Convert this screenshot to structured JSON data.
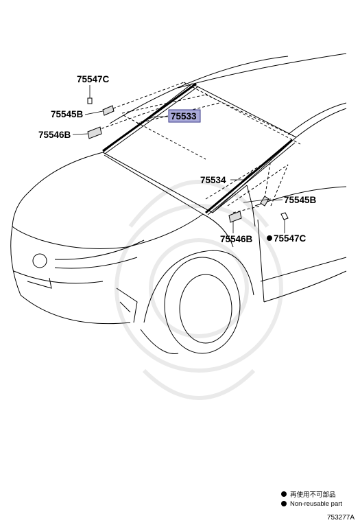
{
  "parts": {
    "p75547c_top": "75547C",
    "p75545b_top": "75545B",
    "p75533": "75533",
    "p75546b_top": "75546B",
    "p75534": "75534",
    "p75545b_right": "75545B",
    "p75546b_bottom": "75546B",
    "p75547c_bottom": "75547C"
  },
  "legend": {
    "line1": "再使用不可部品",
    "line2": "Non-reusable part"
  },
  "diagram_code": "753277A",
  "highlight_color": "#a9a9d8"
}
